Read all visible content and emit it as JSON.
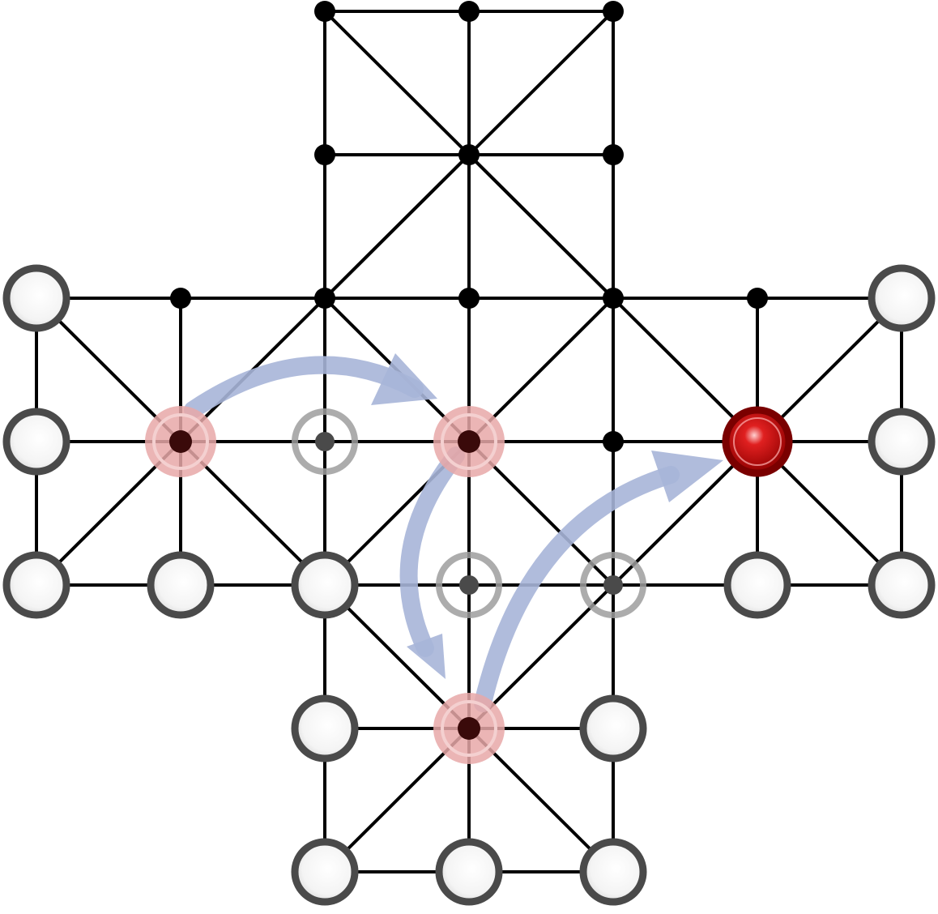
{
  "colors": {
    "line": "#000000",
    "node": "#000000",
    "piece_border": "#4a4a4a",
    "piece_fill": "#ffffff",
    "ghost_border": "#9e9e9e",
    "ghost_dot": "#4a4a4a",
    "path_halo": "#e8a8a8",
    "path_dot": "#3a0a0a",
    "active_piece": "#b00000",
    "active_border": "#7a0000",
    "arrow": "#a7b5d8"
  },
  "board": {
    "grid_columns": 7,
    "grid_rows": 7,
    "white_pieces": [
      {
        "col": 0,
        "row": 2
      },
      {
        "col": 6,
        "row": 2
      },
      {
        "col": 0,
        "row": 3
      },
      {
        "col": 6,
        "row": 3
      },
      {
        "col": 0,
        "row": 4
      },
      {
        "col": 1,
        "row": 4
      },
      {
        "col": 2,
        "row": 4
      },
      {
        "col": 5,
        "row": 4
      },
      {
        "col": 6,
        "row": 4
      },
      {
        "col": 2,
        "row": 5
      },
      {
        "col": 4,
        "row": 5
      },
      {
        "col": 2,
        "row": 6
      },
      {
        "col": 3,
        "row": 6
      },
      {
        "col": 4,
        "row": 6
      }
    ],
    "captured_pieces": [
      {
        "col": 2,
        "row": 3
      },
      {
        "col": 3,
        "row": 4
      },
      {
        "col": 4,
        "row": 4
      }
    ],
    "path_points": [
      {
        "col": 1,
        "row": 3
      },
      {
        "col": 3,
        "row": 3
      },
      {
        "col": 3,
        "row": 5
      }
    ],
    "active_piece": {
      "col": 5,
      "row": 3
    },
    "empty_points": [
      {
        "col": 2,
        "row": 0
      },
      {
        "col": 3,
        "row": 0
      },
      {
        "col": 4,
        "row": 0
      },
      {
        "col": 2,
        "row": 1
      },
      {
        "col": 3,
        "row": 1
      },
      {
        "col": 4,
        "row": 1
      },
      {
        "col": 1,
        "row": 2
      },
      {
        "col": 2,
        "row": 2
      },
      {
        "col": 3,
        "row": 2
      },
      {
        "col": 4,
        "row": 2
      },
      {
        "col": 5,
        "row": 2
      },
      {
        "col": 4,
        "row": 3
      }
    ],
    "jump_sequence": [
      {
        "from": {
          "col": 1,
          "row": 3
        },
        "to": {
          "col": 3,
          "row": 3
        }
      },
      {
        "from": {
          "col": 3,
          "row": 3
        },
        "to": {
          "col": 3,
          "row": 5
        }
      },
      {
        "from": {
          "col": 3,
          "row": 5
        },
        "to": {
          "col": 5,
          "row": 3
        }
      }
    ]
  }
}
